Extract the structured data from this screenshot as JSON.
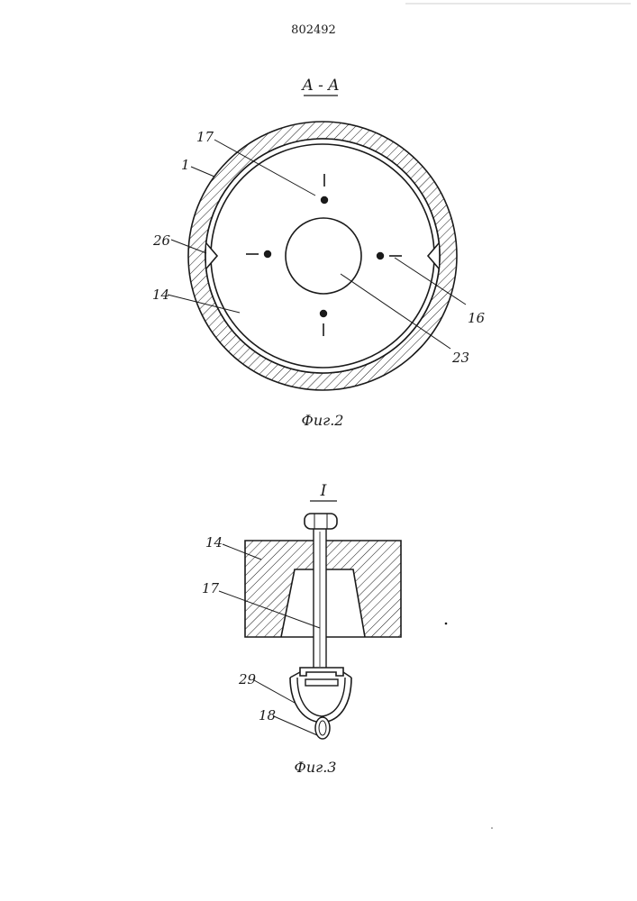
{
  "patent_number": "802492",
  "fig2": {
    "section_label": "A - A",
    "caption": "Фиг.2",
    "callouts": {
      "c17": "17",
      "c1": "1",
      "c26": "26",
      "c14": "14",
      "c16": "16",
      "c23": "23"
    },
    "marks": {
      "top": "I",
      "bottom": "I"
    }
  },
  "fig3": {
    "detail_label": "I",
    "caption": "Фиг.3",
    "callouts": {
      "c14": "14",
      "c17": "17",
      "c29": "29",
      "c18": "18"
    }
  },
  "colors": {
    "ink": "#1a1a1a",
    "paper": "#ffffff"
  }
}
